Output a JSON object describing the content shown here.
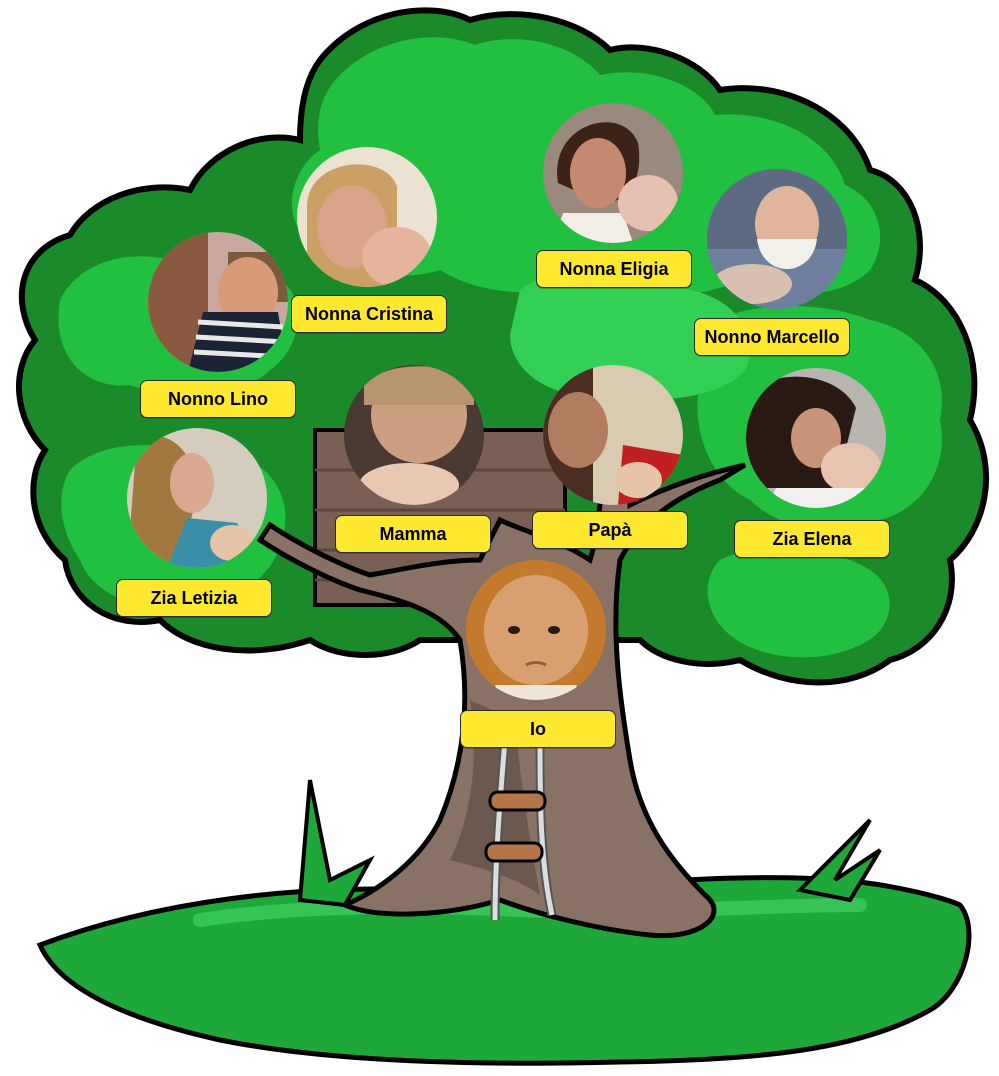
{
  "colors": {
    "leaf_dark": "#1a8a2a",
    "leaf_mid": "#22b83c",
    "leaf_light": "#33d058",
    "outline": "#000000",
    "trunk": "#8a7166",
    "trunk_dark": "#6d5850",
    "label_bg": "#ffe930",
    "ground": "#1fa83a"
  },
  "family": {
    "nonno_lino": "Nonno Lino",
    "nonna_cristina": "Nonna Cristina",
    "nonna_eligia": "Nonna Eligia",
    "nonno_marcello": "Nonno Marcello",
    "zia_letizia": "Zia Letizia",
    "mamma": "Mamma",
    "papa": "Papà",
    "zia_elena": "Zia Elena",
    "io": "Io"
  }
}
